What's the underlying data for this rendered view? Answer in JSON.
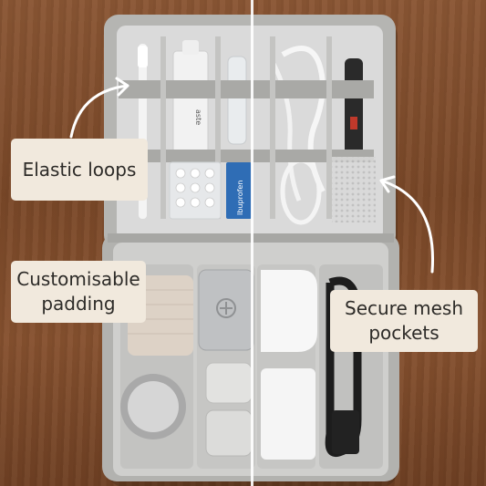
{
  "captions": {
    "elastic_loops": "Elastic loops",
    "padding_line1": "Customisable",
    "padding_line2": "padding",
    "mesh_line1": "Secure mesh",
    "mesh_line2": "pockets"
  },
  "printed": {
    "tube_text": "aste",
    "pill_box_text": "Ibuprofen"
  },
  "colors": {
    "wood": "#7a4828",
    "case_grey": "#b9b9b6",
    "lining": "#dcdcdc",
    "caption_bg": "#f1e9dd",
    "caption_text": "#2d2b28"
  }
}
